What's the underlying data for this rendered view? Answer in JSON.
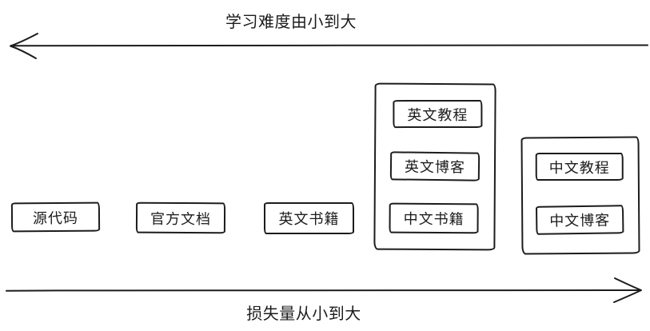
{
  "colors": {
    "background": "#ffffff",
    "stroke": "#1c1c1c",
    "text": "#1c1c1c"
  },
  "top_axis": {
    "label": "学习难度由小到大",
    "direction": "left"
  },
  "bottom_axis": {
    "label": "损失量从小到大",
    "direction": "right"
  },
  "standalone_boxes": [
    {
      "label": "源代码"
    },
    {
      "label": "官方文档"
    },
    {
      "label": "英文书籍"
    }
  ],
  "groups": [
    {
      "items": [
        {
          "label": "英文教程"
        },
        {
          "label": "英文博客"
        },
        {
          "label": "中文书籍"
        }
      ]
    },
    {
      "items": [
        {
          "label": "中文教程"
        },
        {
          "label": "中文博客"
        }
      ]
    }
  ]
}
